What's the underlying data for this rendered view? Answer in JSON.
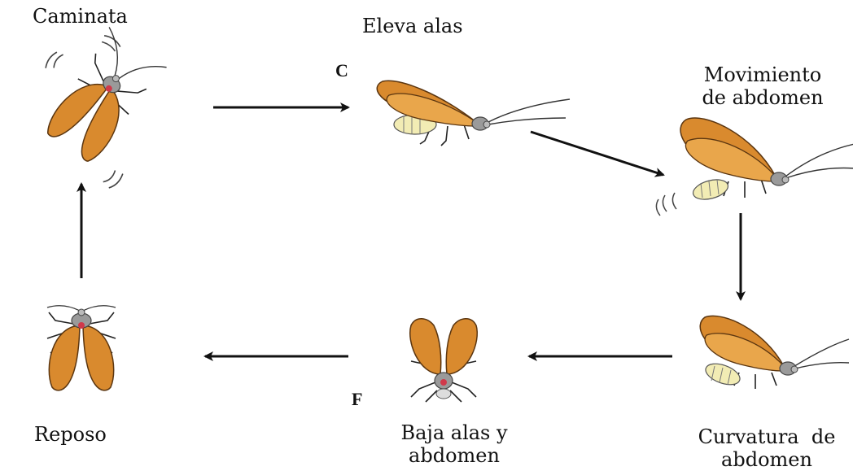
{
  "colors": {
    "wing": "#D98A2E",
    "wing_light": "#E9A64B",
    "wing_edge": "#5a3510",
    "body": "#9a9a9a",
    "head_spot": "#d0384a",
    "abdomen": "#f2ecb4",
    "arrow": "#111111"
  },
  "stages": {
    "walk": {
      "label": "Caminata"
    },
    "raise": {
      "label": "Eleva alas"
    },
    "abdomen_move": {
      "line1": "Movimiento",
      "line2": "de abdomen"
    },
    "curvature": {
      "line1": "Curvatura  de",
      "line2": "abdomen"
    },
    "lower": {
      "line1": "Baja alas y",
      "line2": "abdomen"
    },
    "rest": {
      "label": "Reposo"
    }
  },
  "panel_letters": {
    "c": "C",
    "f": "F"
  },
  "icons": {
    "walk": "moth-walking-icon",
    "raise": "moth-raising-wings-icon",
    "abdomen_move": "moth-abdomen-movement-icon",
    "curvature": "moth-abdomen-curvature-icon",
    "lower": "moth-lowering-wings-icon",
    "rest": "moth-resting-icon"
  }
}
